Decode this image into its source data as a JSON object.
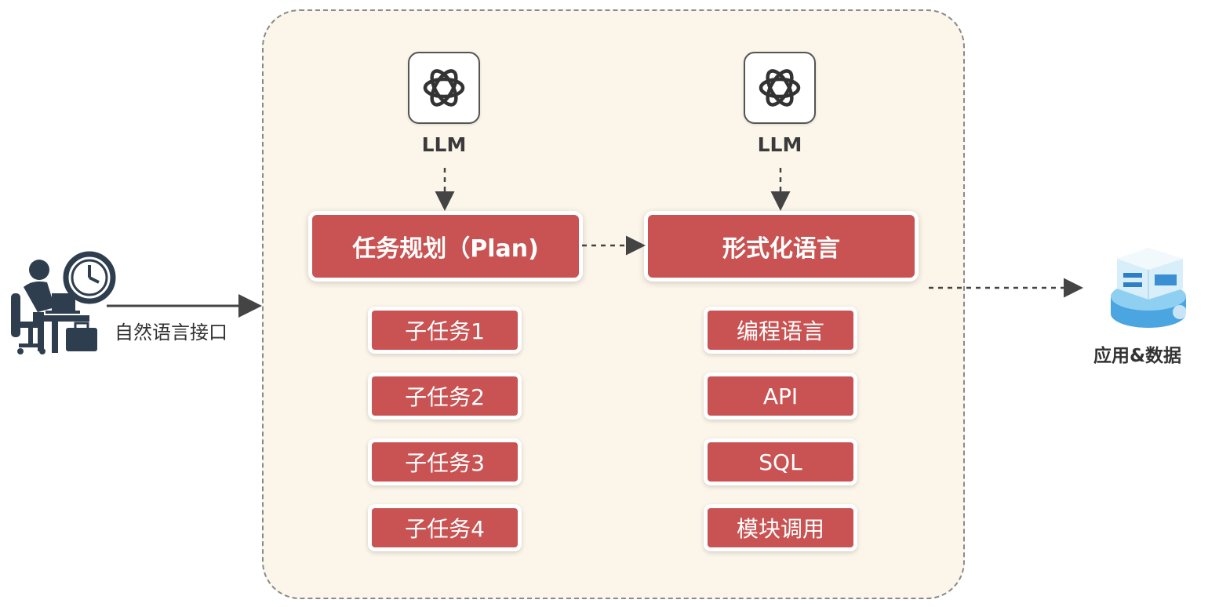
{
  "interface_label": "自然语言接口",
  "llm_left": {
    "label": "LLM"
  },
  "llm_right": {
    "label": "LLM"
  },
  "plan_box": {
    "label": "任务规划（Plan)"
  },
  "formal_box": {
    "label": "形式化语言"
  },
  "subtasks": [
    "子任务1",
    "子任务2",
    "子任务3",
    "子任务4"
  ],
  "formal_items": [
    "编程语言",
    "API",
    "SQL",
    "模块调用"
  ],
  "app_label": "应用&数据",
  "colors": {
    "box": "#c85352",
    "container_bg": "#fcf6ea",
    "arrow": "#444444"
  },
  "icons": {
    "llm": "openai-logo-icon",
    "user": "user-at-desk-icon",
    "app": "server-data-icon"
  }
}
